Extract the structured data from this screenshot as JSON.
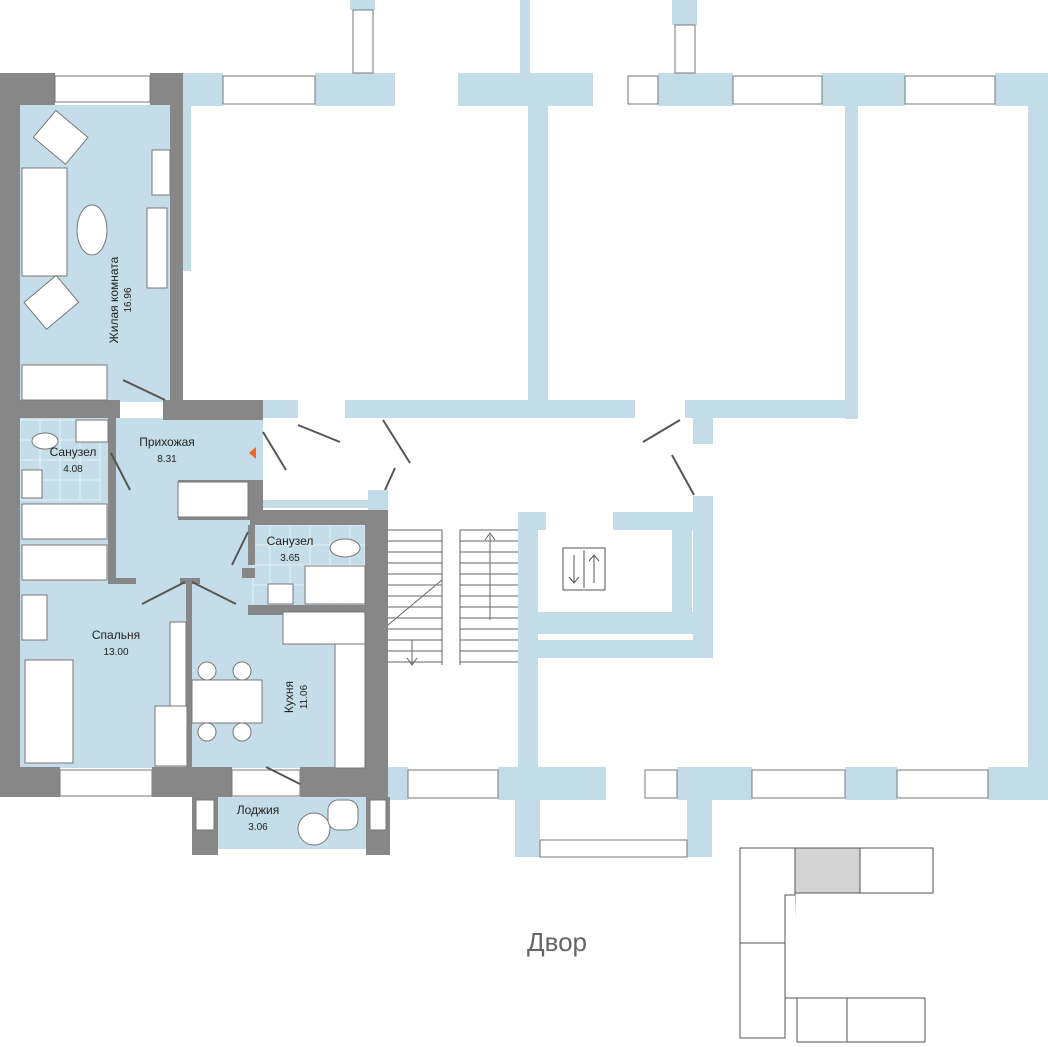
{
  "plan": {
    "rooms": [
      {
        "name": "Жилая комната",
        "area": "16.96"
      },
      {
        "name": "Прихожая",
        "area": "8.31"
      },
      {
        "name": "Санузел",
        "area": "4.08"
      },
      {
        "name": "Санузел",
        "area": "3.65"
      },
      {
        "name": "Спальня",
        "area": "13.00"
      },
      {
        "name": "Кухня",
        "area": "11.06"
      },
      {
        "name": "Лоджия",
        "area": "3.06"
      }
    ],
    "yard_label": "Двор"
  },
  "colors": {
    "wall": "#878787",
    "room": "#c5dde8",
    "entrance_marker": "#f26522"
  }
}
